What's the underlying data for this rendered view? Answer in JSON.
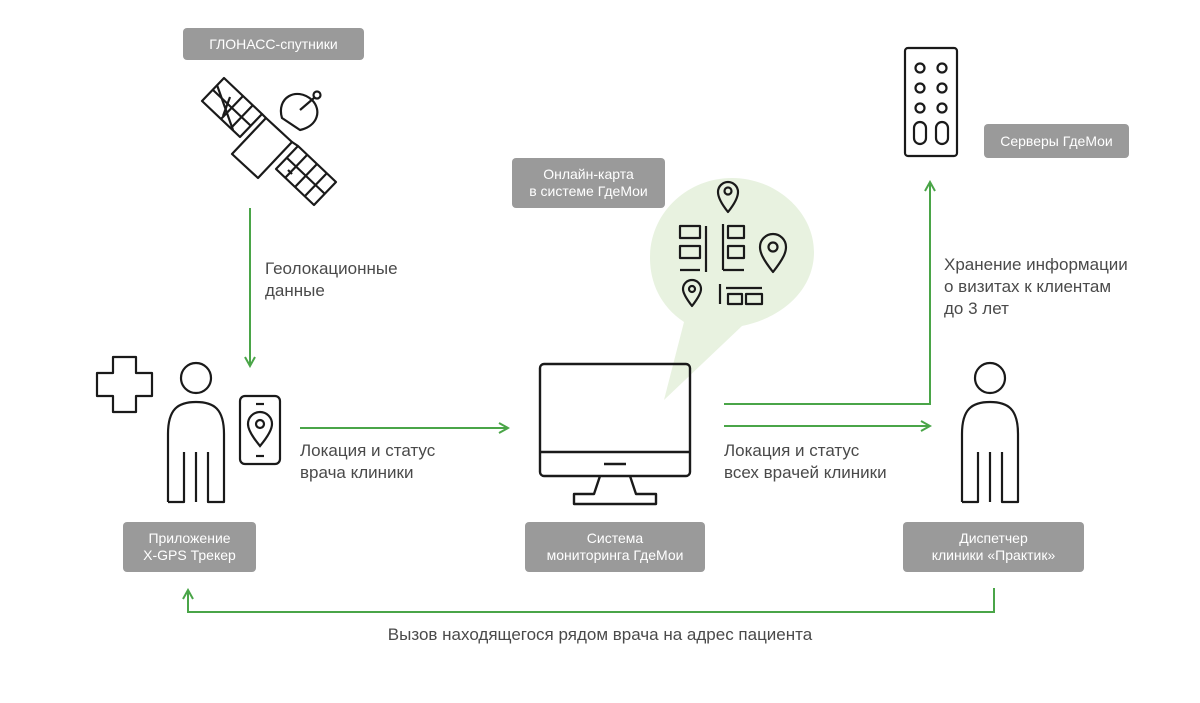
{
  "tags": {
    "glonass": "ГЛОНАСС-спутники",
    "online_map": "Онлайн-карта\nв системе ГдеМои",
    "servers": "Серверы ГдеМои",
    "app": "Приложение\nX-GPS Трекер",
    "monitoring": "Система\nмониторинга ГдеМои",
    "dispatcher": "Диспетчер\nклиники «Практик»"
  },
  "labels": {
    "geo_data": "Геолокационные\nданные",
    "doctor_status": "Локация и статус\nврача клиники",
    "all_status": "Локация и статус\nвсех врачей клиники",
    "storage": "Хранение информации\nо визитах к клиентам\nдо 3 лет",
    "call": "Вызов находящегося рядом врача на адрес пациента"
  },
  "colors": {
    "arrow": "#4aa548",
    "tag_bg": "#9a9a9a",
    "bubble": "#e8f2e0",
    "icon": "#1a1a1a"
  },
  "icons": [
    "satellite-icon",
    "medical-cross-icon",
    "doctor-person-icon",
    "phone-map-pin-icon",
    "monitor-icon",
    "map-bubble-icon",
    "server-icon",
    "dispatcher-person-icon"
  ]
}
